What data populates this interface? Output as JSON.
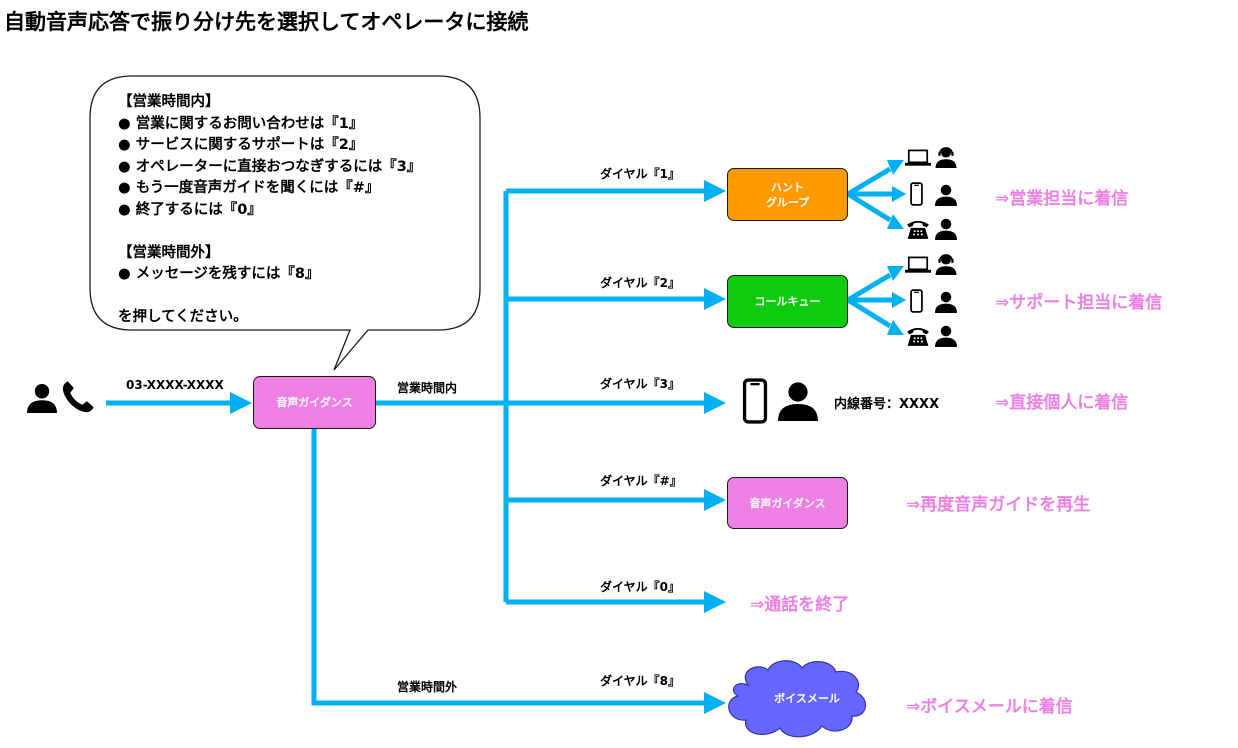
{
  "title": "自動音声応答で振り分け先を選択してオペレータに接続",
  "caller": {
    "phone_number": "03-XXXX-XXXX"
  },
  "guidance_bubble": {
    "lines": [
      "【営業時間内】",
      "● 営業に関するお問い合わせは『1』",
      "● サービスに関するサポートは『2』",
      "● オペレーターに直接おつなぎするには『3』",
      "● もう一度音声ガイドを聞くには『#』",
      "● 終了するには『0』",
      "",
      "【営業時間外】",
      "● メッセージを残すには『8』",
      "",
      "を押してください。"
    ]
  },
  "nodes": {
    "guidance": "音声ガイダンス",
    "hunt_group_line1": "ハント",
    "hunt_group_line2": "グループ",
    "call_queue": "コールキュー",
    "guidance_repeat": "音声ガイダンス",
    "voicemail": "ボイスメール"
  },
  "edge_labels": {
    "business_hours": "営業時間内",
    "after_hours": "営業時間外",
    "dial_1": "ダイヤル『1』",
    "dial_2": "ダイヤル『2』",
    "dial_3": "ダイヤル『3』",
    "dial_hash": "ダイヤル『#』",
    "dial_0": "ダイヤル『0』",
    "dial_8": "ダイヤル『8』"
  },
  "extension_label": "内線番号：XXXX",
  "results": {
    "sales": "⇒営業担当に着信",
    "support": "⇒サポート担当に着信",
    "direct": "⇒直接個人に着信",
    "replay": "⇒再度音声ガイドを再生",
    "end": "⇒通話を終了",
    "voicemail": "⇒ボイスメールに着信"
  },
  "icons": [
    "person-icon",
    "phone-handset-icon",
    "laptop-icon",
    "headset-person-icon",
    "smartphone-icon",
    "desk-phone-icon"
  ],
  "colors": {
    "arrow": "#00b0f0",
    "pink": "#ee7fe3",
    "orange": "#ff9900",
    "green": "#0dcc0d",
    "voicemail": "#6666ff"
  }
}
